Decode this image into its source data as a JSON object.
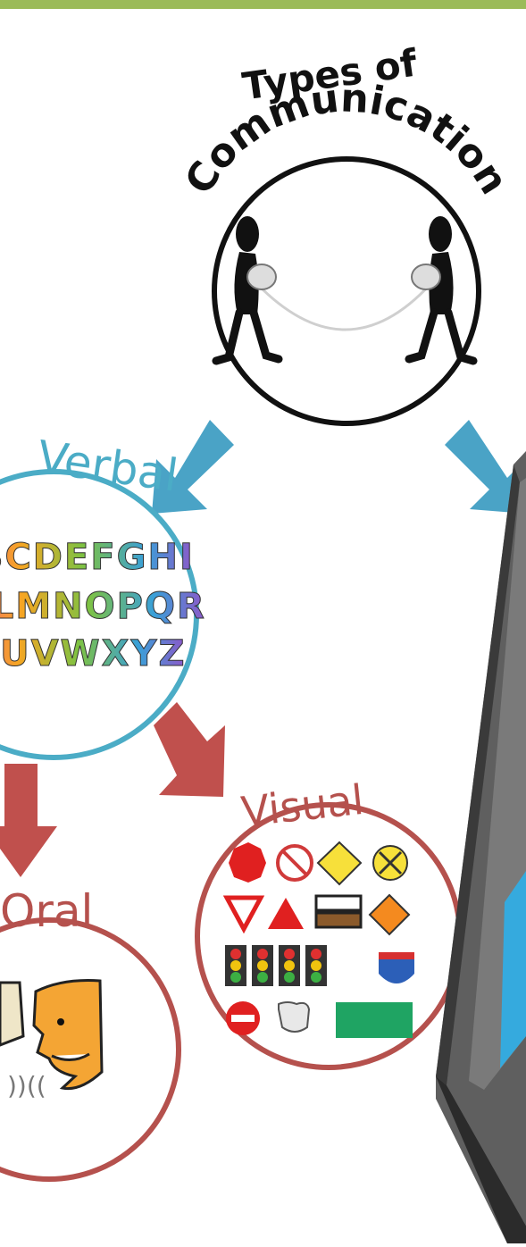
{
  "diagram": {
    "title_top": "Types of",
    "title_arc": "Communication",
    "verbal": {
      "label": "Verbal",
      "letter_rows": [
        "ABCDEFGHI",
        "JKLMNOPQR",
        "STUVWXYZ"
      ]
    },
    "oral": {
      "label": "Oral",
      "sound_marks": "))(("
    },
    "visual": {
      "label": "Visual"
    }
  },
  "colors": {
    "top_border": "#9bbb59",
    "arrow_blue": "#4aa3c6",
    "arrow_red": "#c0504d",
    "verbal_ring": "#4bacc6",
    "oral_ring": "#b5514d",
    "visual_ring": "#b5514d",
    "slide_gray": "#666666",
    "slide_blue": "#35aade"
  },
  "icons": {
    "people": "two-figures-on-string-phone-icon",
    "alphabet": "alphabet-blocks-icon",
    "faces": "talking-faces-icon",
    "signs": "road-signs-icon"
  }
}
